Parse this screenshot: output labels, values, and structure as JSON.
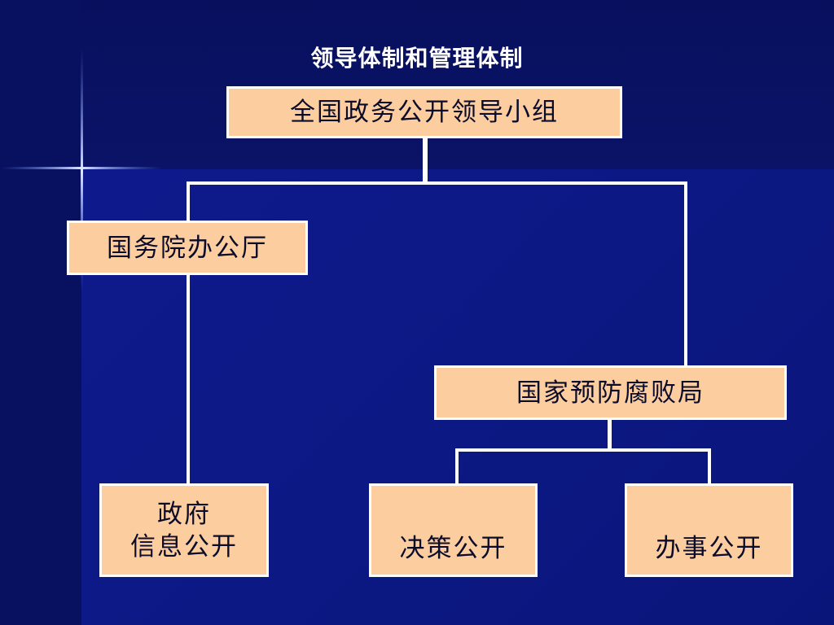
{
  "title": "领导体制和管理体制",
  "nodes": {
    "top": "全国政务公开领导小组",
    "state_council_office": "国务院办公厅",
    "corruption_bureau": "国家预防腐败局",
    "gov_info_line1": "政府",
    "gov_info_line2": "信息公开",
    "decision_open": "决策公开",
    "affairs_open": "办事公开"
  },
  "colors": {
    "box_fill": "#fccd9f",
    "box_border": "#ffffff",
    "background": "#0b1470",
    "connector": "#ffffff"
  }
}
